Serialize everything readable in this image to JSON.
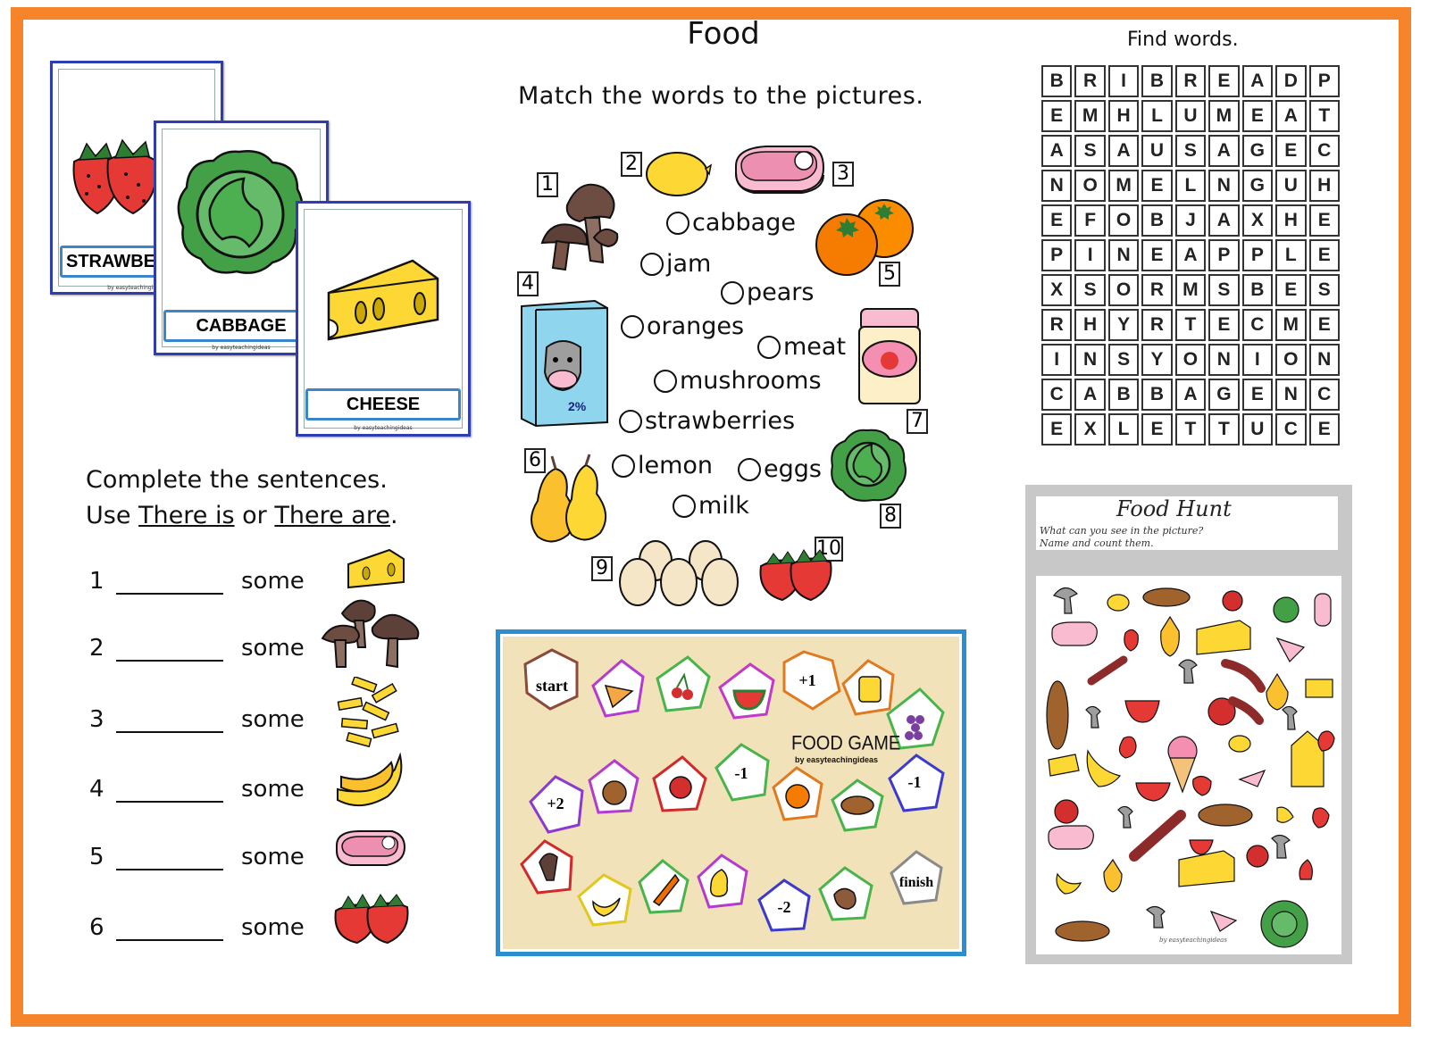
{
  "page": {
    "title": "Food",
    "match_instruction": "Match the words to the pictures.",
    "find_words_title": "Find words.",
    "complete_instruction_line1": "Complete the sentences.",
    "complete_instruction_use": "Use",
    "complete_instruction_there_is": "There is",
    "complete_instruction_or": "or",
    "complete_instruction_there_are": "There are",
    "complete_instruction_period": "."
  },
  "cards": [
    {
      "label": "STRAWBE",
      "by": "by easyteachingideas"
    },
    {
      "label": "CABBAGE",
      "by": "by easyteachingideas"
    },
    {
      "label": "CHEESE",
      "by": "by easyteachingideas"
    }
  ],
  "match": {
    "numbers": [
      "1",
      "2",
      "3",
      "4",
      "5",
      "6",
      "7",
      "8",
      "9",
      "10"
    ],
    "words": [
      "cabbage",
      "jam",
      "pears",
      "oranges",
      "meat",
      "mushrooms",
      "strawberries",
      "lemon",
      "eggs",
      "milk"
    ],
    "carton_percent": "2%"
  },
  "word_search": [
    [
      "B",
      "R",
      "I",
      "B",
      "R",
      "E",
      "A",
      "D",
      "P"
    ],
    [
      "E",
      "M",
      "H",
      "L",
      "U",
      "M",
      "E",
      "A",
      "T"
    ],
    [
      "A",
      "S",
      "A",
      "U",
      "S",
      "A",
      "G",
      "E",
      "C"
    ],
    [
      "N",
      "O",
      "M",
      "E",
      "L",
      "N",
      "G",
      "U",
      "H"
    ],
    [
      "E",
      "F",
      "O",
      "B",
      "J",
      "A",
      "X",
      "H",
      "E"
    ],
    [
      "P",
      "I",
      "N",
      "E",
      "A",
      "P",
      "P",
      "L",
      "E"
    ],
    [
      "X",
      "S",
      "O",
      "R",
      "M",
      "S",
      "B",
      "E",
      "S"
    ],
    [
      "R",
      "H",
      "Y",
      "R",
      "T",
      "E",
      "C",
      "M",
      "E"
    ],
    [
      "I",
      "N",
      "S",
      "Y",
      "O",
      "N",
      "I",
      "O",
      "N"
    ],
    [
      "C",
      "A",
      "B",
      "B",
      "A",
      "G",
      "E",
      "N",
      "C"
    ],
    [
      "E",
      "X",
      "L",
      "E",
      "T",
      "T",
      "U",
      "C",
      "E"
    ]
  ],
  "sentences": [
    {
      "n": "1",
      "word": "some"
    },
    {
      "n": "2",
      "word": "some"
    },
    {
      "n": "3",
      "word": "some"
    },
    {
      "n": "4",
      "word": "some"
    },
    {
      "n": "5",
      "word": "some"
    },
    {
      "n": "6",
      "word": "some"
    }
  ],
  "game": {
    "title": "FOOD GAME",
    "byline": "by easyteachingideas",
    "start": "start",
    "finish": "finish",
    "plus1": "+1",
    "plus2": "+2",
    "minus1a": "-1",
    "minus1b": "-1",
    "minus2": "-2"
  },
  "hunt": {
    "title": "Food Hunt",
    "line1": "What can you see in the picture?",
    "line2": "Name and count them.",
    "by": "by easyteachingideas"
  },
  "colors": {
    "frame": "#f5842a",
    "card_border": "#2f3db0",
    "game_border": "#2a8fd0",
    "board": "#f2e2b9"
  }
}
